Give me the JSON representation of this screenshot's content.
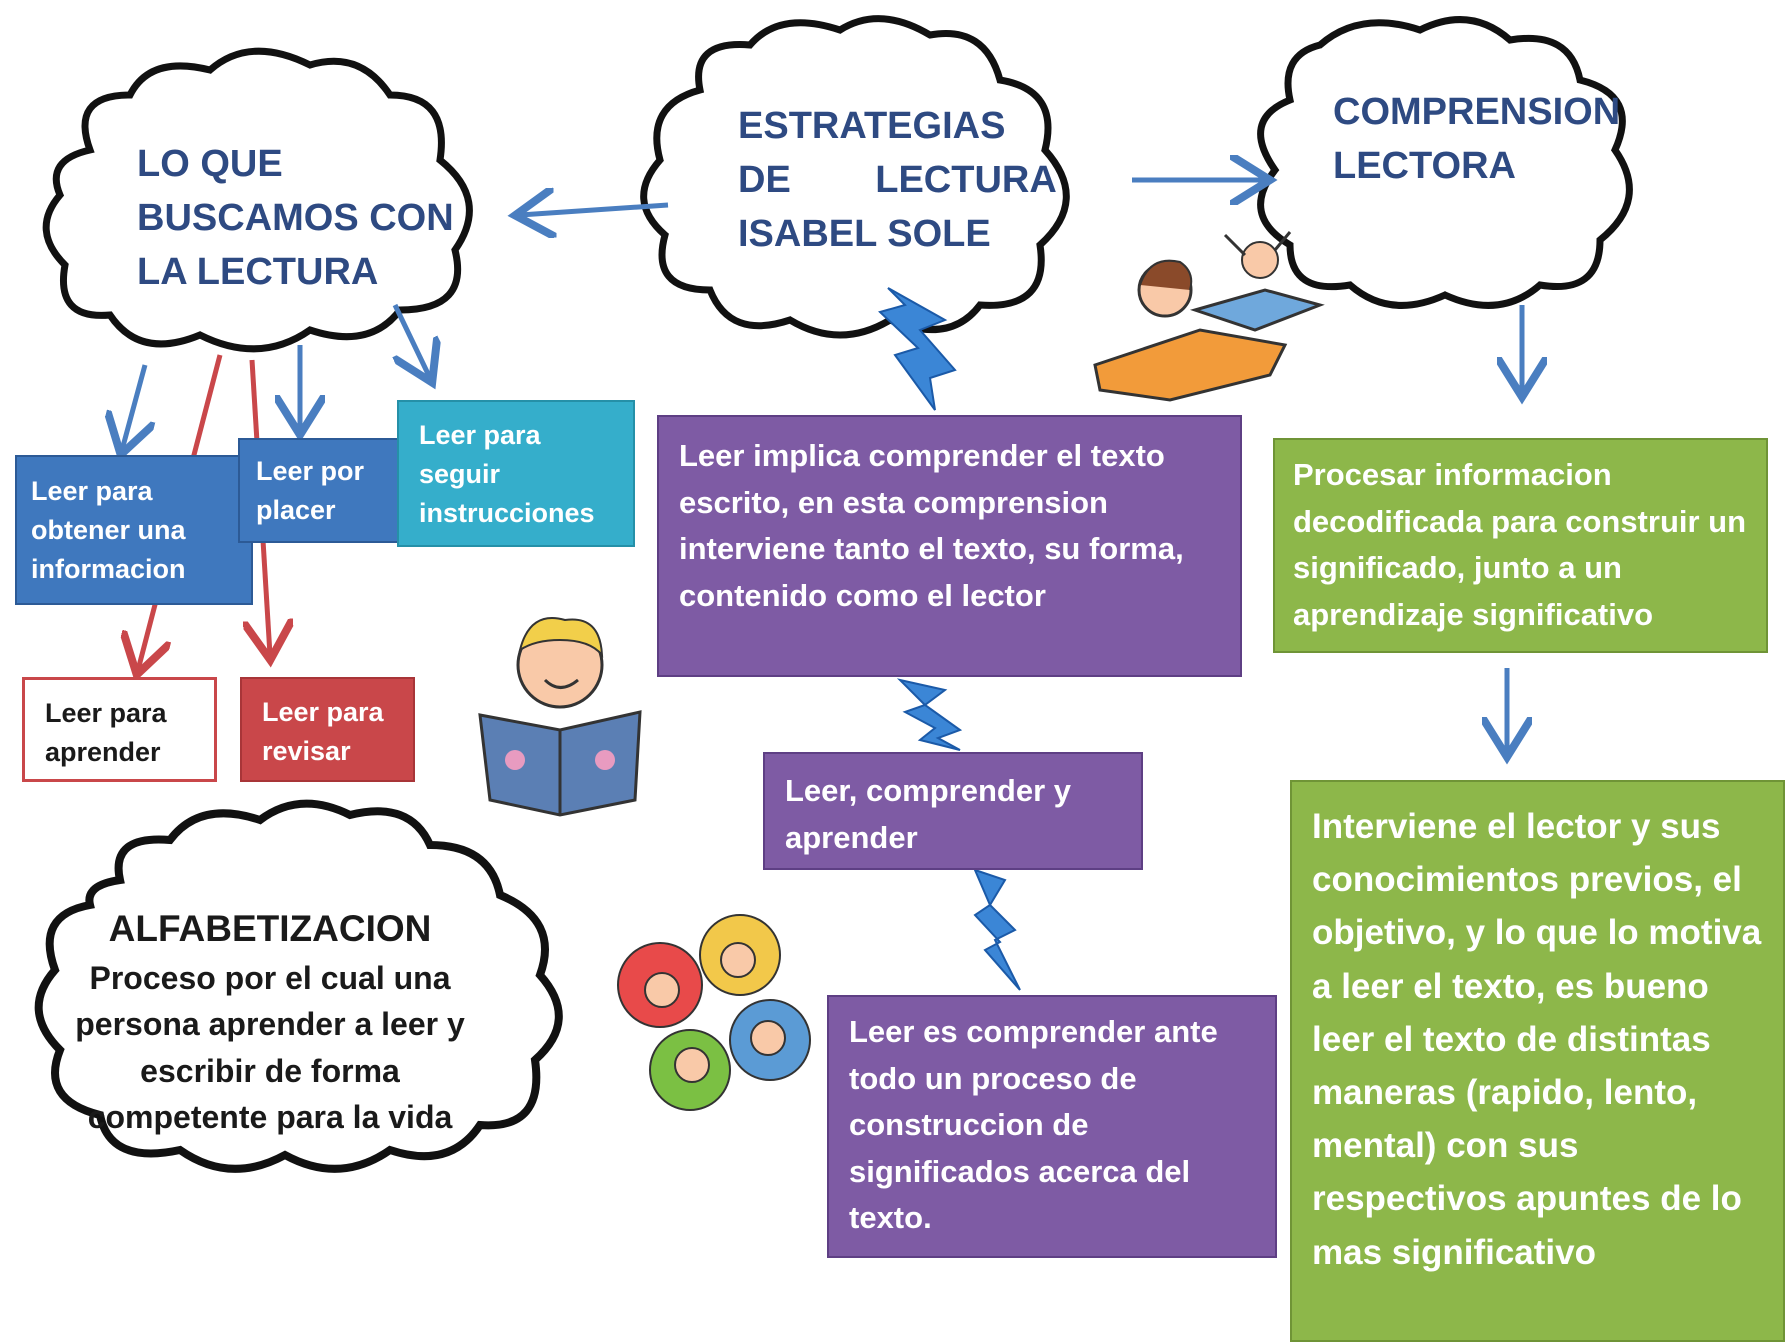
{
  "clouds": {
    "lo_que_buscamos": "LO QUE\nBUSCAMOS CON\nLA LECTURA",
    "estrategias": "ESTRATEGIAS\nDE        LECTURA\nISABEL SOLE",
    "comprension": "COMPRENSION\nLECTORA",
    "alfabetizacion_title": "ALFABETIZACION",
    "alfabetizacion_body": "Proceso por el cual una persona aprender a leer y escribir de forma competente para la vida"
  },
  "left_boxes": {
    "obtener": "Leer para obtener una informacion",
    "placer": "Leer por placer",
    "instrucciones": "Leer para seguir instrucciones",
    "aprender": "Leer para aprender",
    "revisar": "Leer para revisar"
  },
  "center_boxes": {
    "implica": "Leer implica comprender el texto escrito, en esta comprension interviene tanto el texto, su forma, contenido como el lector",
    "comprender_aprender": "Leer, comprender y aprender",
    "construccion": "Leer es comprender ante todo un proceso de construccion de significados acerca del texto."
  },
  "right_boxes": {
    "procesar": "Procesar informacion decodificada para construir un significado, junto  a un aprendizaje significativo",
    "interviene": "Interviene el lector y sus conocimientos previos, el objetivo, y lo que lo motiva a leer el texto, es bueno leer el texto de distintas maneras (rapido, lento, mental) con sus respectivos apuntes de lo mas significativo"
  },
  "colors": {
    "blue_box": "#3f78be",
    "teal_box": "#35aecb",
    "red_box": "#c9474a",
    "purple_box": "#7e5ba4",
    "green_box": "#8db74a",
    "blue_arrow": "#4a7ec0",
    "red_arrow": "#c9474a",
    "title_text": "#2e4a82"
  },
  "icons": [
    "cloud-shape",
    "lightning-bolt-icon",
    "reading-child-icon",
    "flying-book-children-icon",
    "children-circle-icon"
  ]
}
